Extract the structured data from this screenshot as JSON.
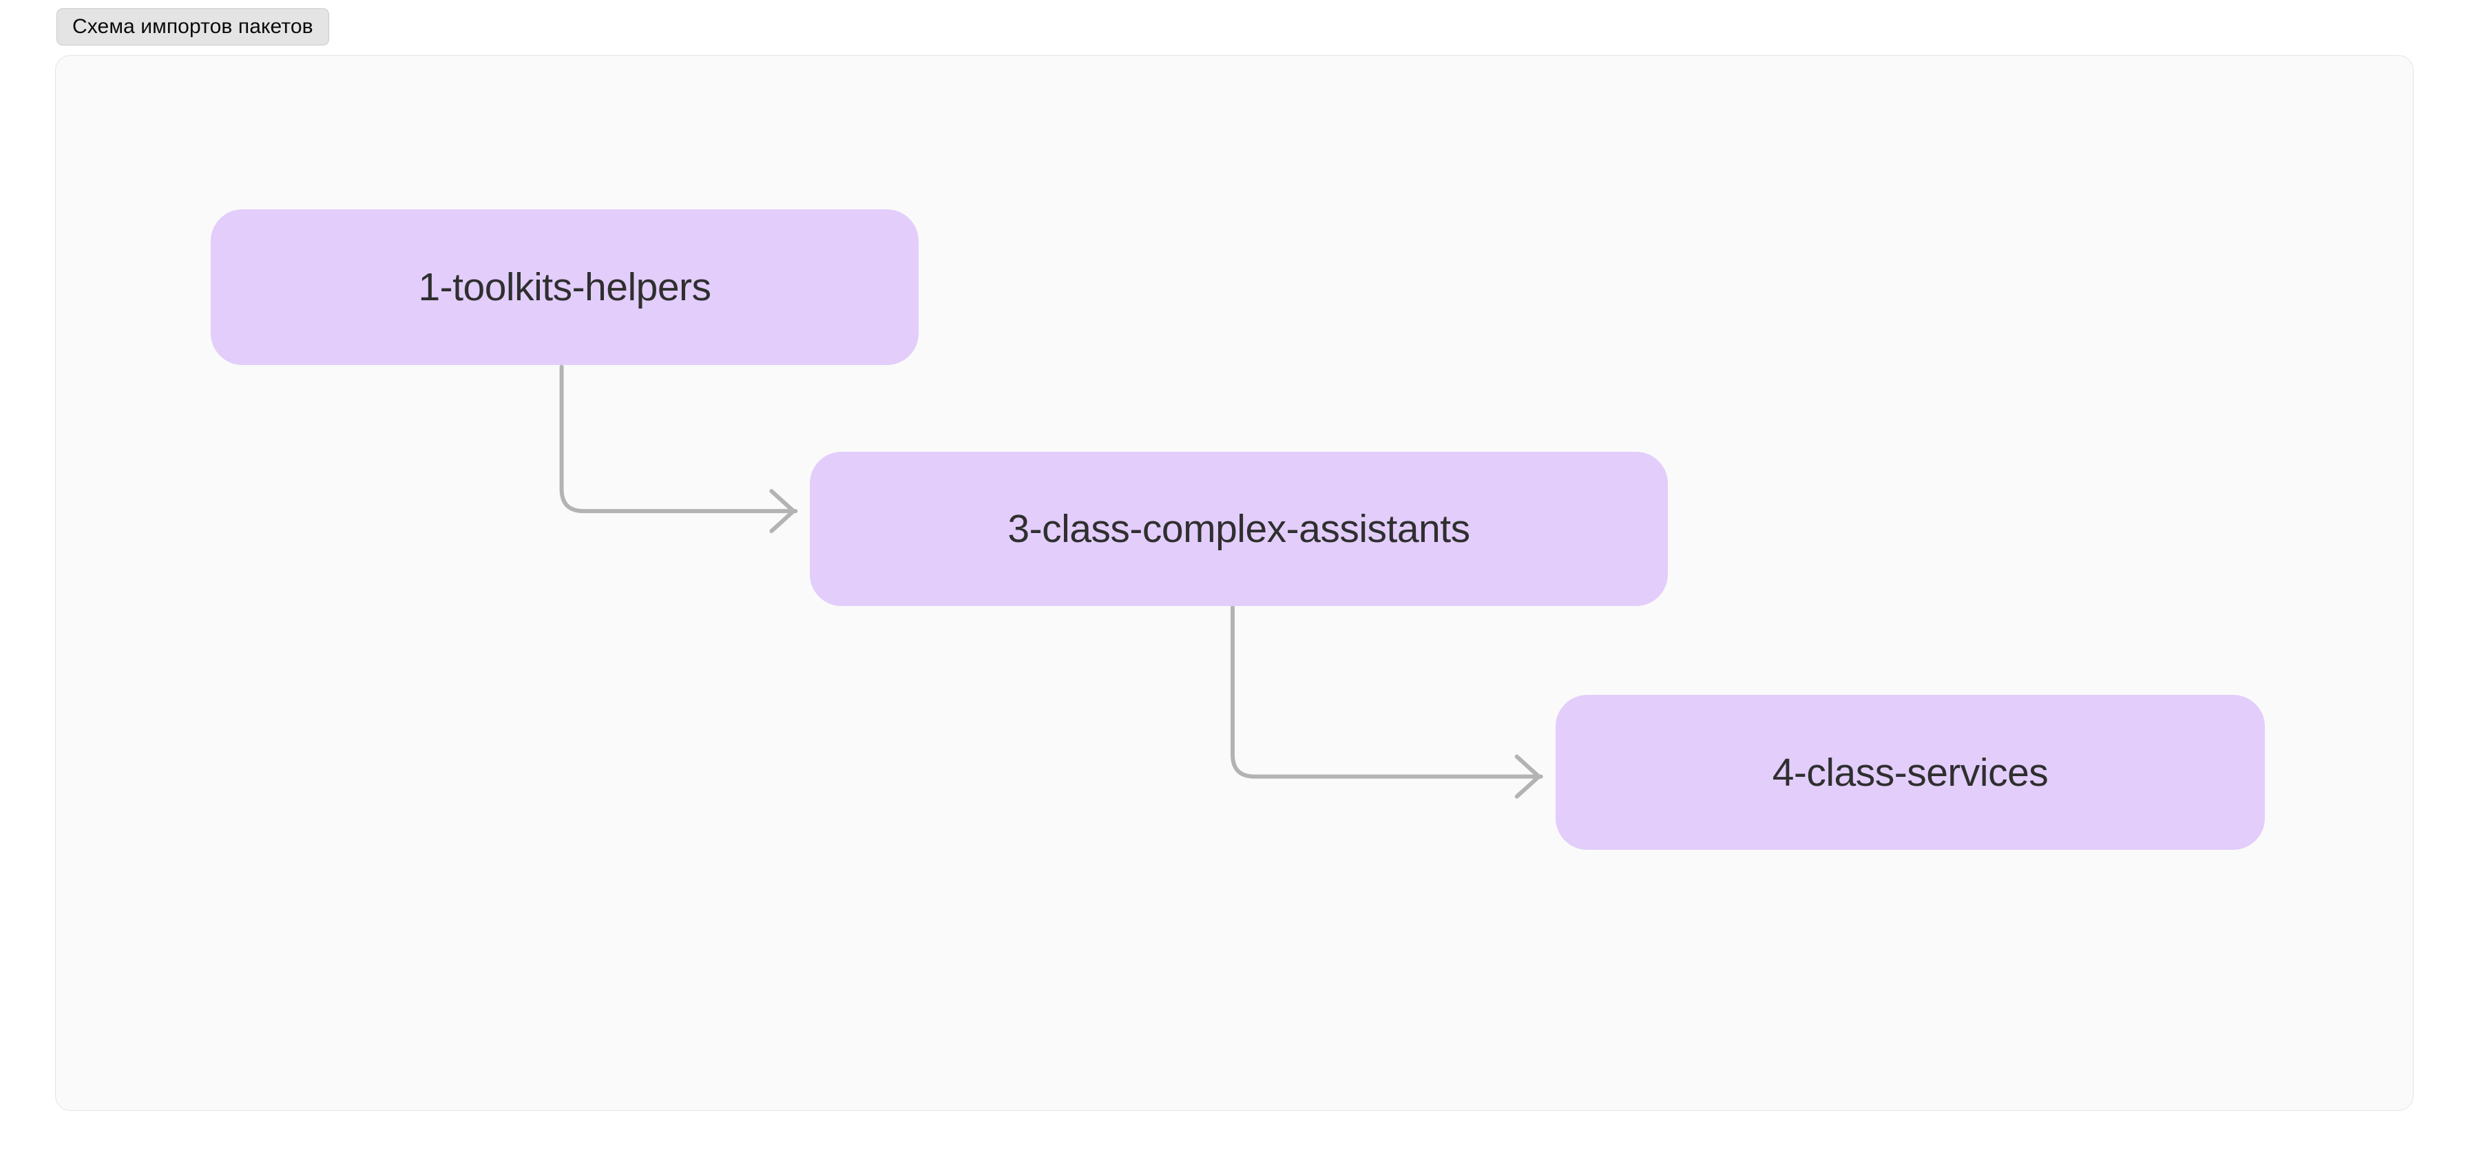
{
  "header": {
    "tab_label": "Схема импортов пакетов"
  },
  "diagram": {
    "type": "flowchart",
    "direction": "left-to-right-cascade",
    "node_fill": "#e2cdfb",
    "node_text_color": "#2f2f2f",
    "edge_color": "#b3b3b3",
    "panel_background": "#fafafa",
    "panel_border": "#e4e4e4",
    "nodes": [
      {
        "id": "n1",
        "label": "1-toolkits-helpers"
      },
      {
        "id": "n2",
        "label": "3-class-complex-assistants"
      },
      {
        "id": "n3",
        "label": "4-class-services"
      }
    ],
    "edges": [
      {
        "from": "n1",
        "to": "n2",
        "style": "elbow",
        "arrowhead": "open-chevron"
      },
      {
        "from": "n2",
        "to": "n3",
        "style": "elbow",
        "arrowhead": "open-chevron"
      }
    ]
  }
}
